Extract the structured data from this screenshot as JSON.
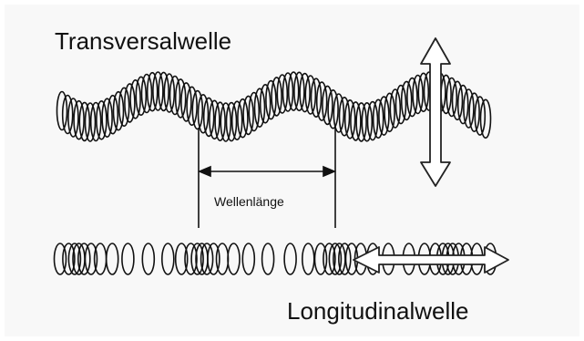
{
  "labels": {
    "transverse": "Transversalwelle",
    "longitudinal": "Longitudinalwelle",
    "wavelength": "Wellenlänge"
  },
  "colors": {
    "background": "#f8f8f8",
    "ink": "#111111"
  },
  "icons": {
    "vertical_arrow": "double-headed-vertical-arrow",
    "horizontal_arrow": "double-headed-horizontal-arrow"
  }
}
